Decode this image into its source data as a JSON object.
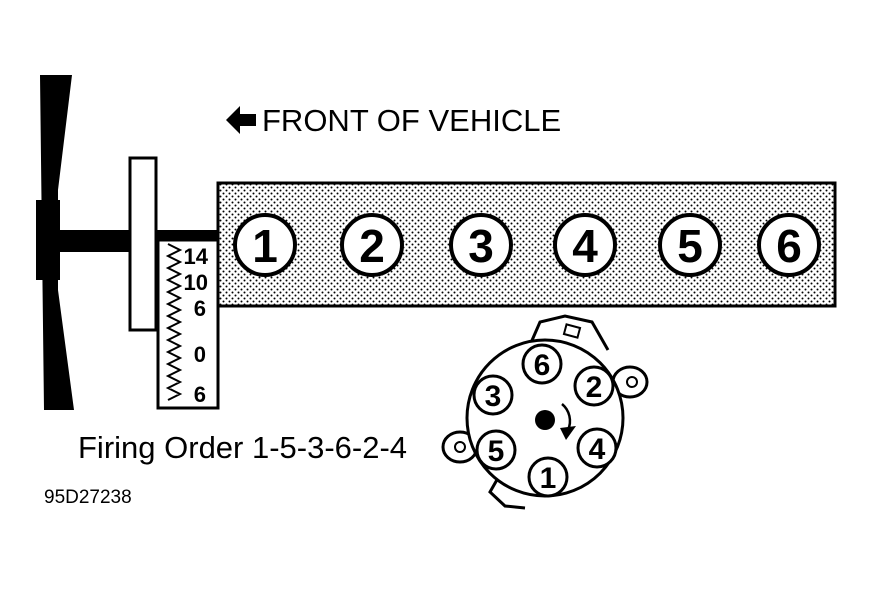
{
  "front_label": "FRONT OF VEHICLE",
  "firing_order": "Firing Order 1-5-3-6-2-4",
  "figure_id": "95D27238",
  "cylinders": [
    "1",
    "2",
    "3",
    "4",
    "5",
    "6"
  ],
  "timing_marks": [
    "14",
    "10",
    "6",
    "0",
    "6"
  ],
  "distributor_terminals": [
    "6",
    "2",
    "4",
    "1",
    "5",
    "3"
  ],
  "icons": {
    "direction": "arrow-left-icon",
    "rotation": "rotation-arrow-icon"
  },
  "colors": {
    "ink": "#000000",
    "paper": "#ffffff"
  }
}
